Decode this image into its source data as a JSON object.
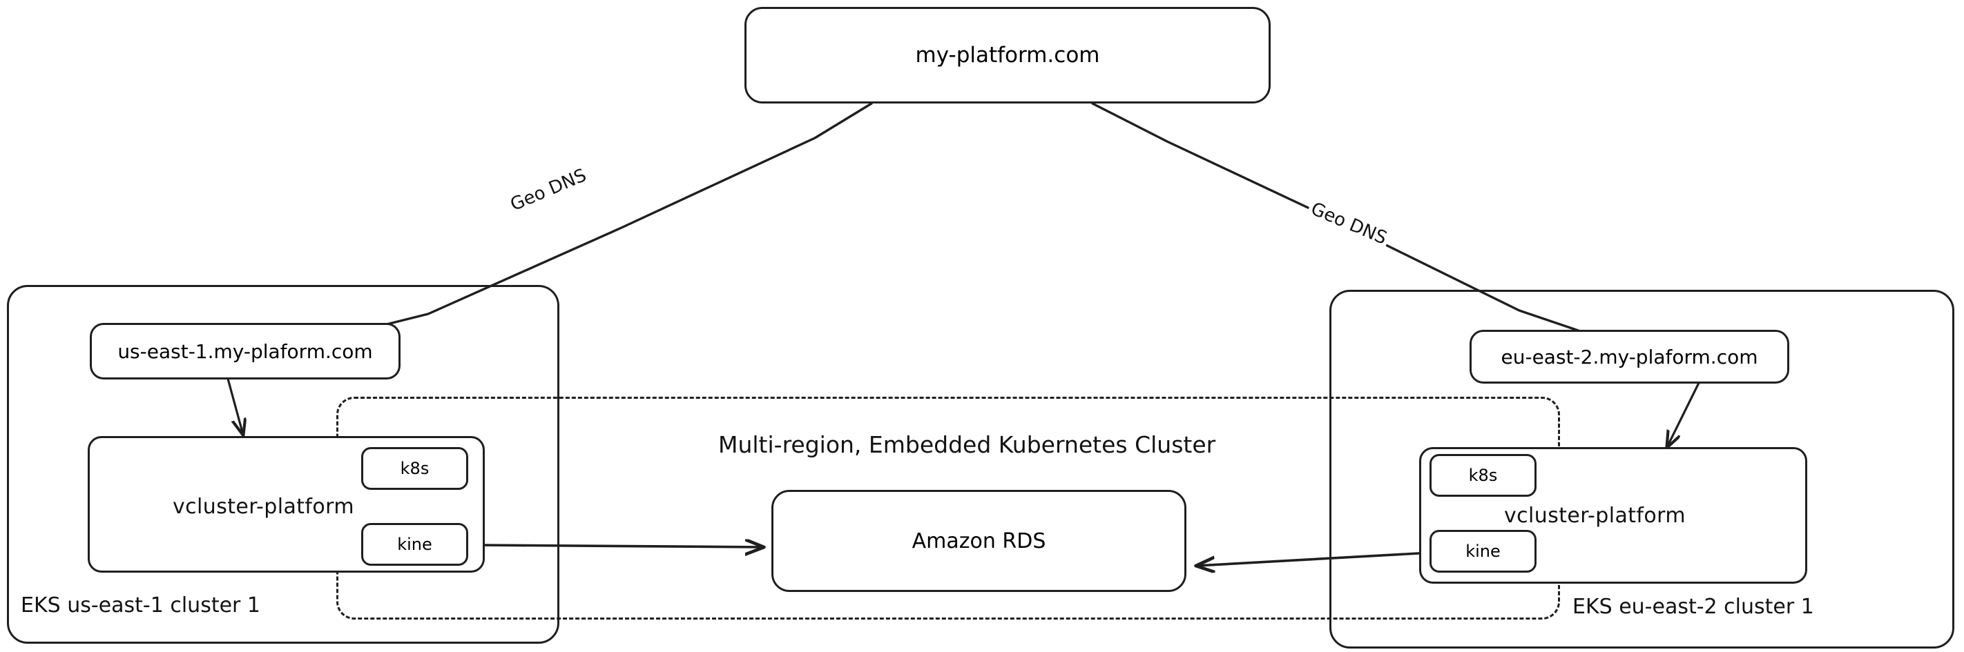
{
  "diagram": {
    "title": "Multi-region, Embedded Kubernetes Cluster",
    "background_color": "#ffffff",
    "stroke_color": "#1f1f1f",
    "text_color": "#121212"
  },
  "root": {
    "domain_label": "my-platform.com"
  },
  "edges": {
    "geo_dns_left_label": "Geo DNS",
    "geo_dns_right_label": "Geo DNS"
  },
  "center": {
    "embedded_cluster_title": "Multi-region, Embedded Kubernetes Cluster",
    "database_label": "Amazon RDS"
  },
  "regions": [
    {
      "id": "us-east-1",
      "caption": "EKS us-east-1 cluster 1",
      "endpoint_label": "us-east-1.my-plaform.com",
      "platform_label": "vcluster-platform",
      "components": [
        {
          "id": "k8s",
          "label": "k8s"
        },
        {
          "id": "kine",
          "label": "kine"
        }
      ]
    },
    {
      "id": "eu-east-2",
      "caption": "EKS eu-east-2 cluster 1",
      "endpoint_label": "eu-east-2.my-plaform.com",
      "platform_label": "vcluster-platform",
      "components": [
        {
          "id": "k8s",
          "label": "k8s"
        },
        {
          "id": "kine",
          "label": "kine"
        }
      ]
    }
  ]
}
